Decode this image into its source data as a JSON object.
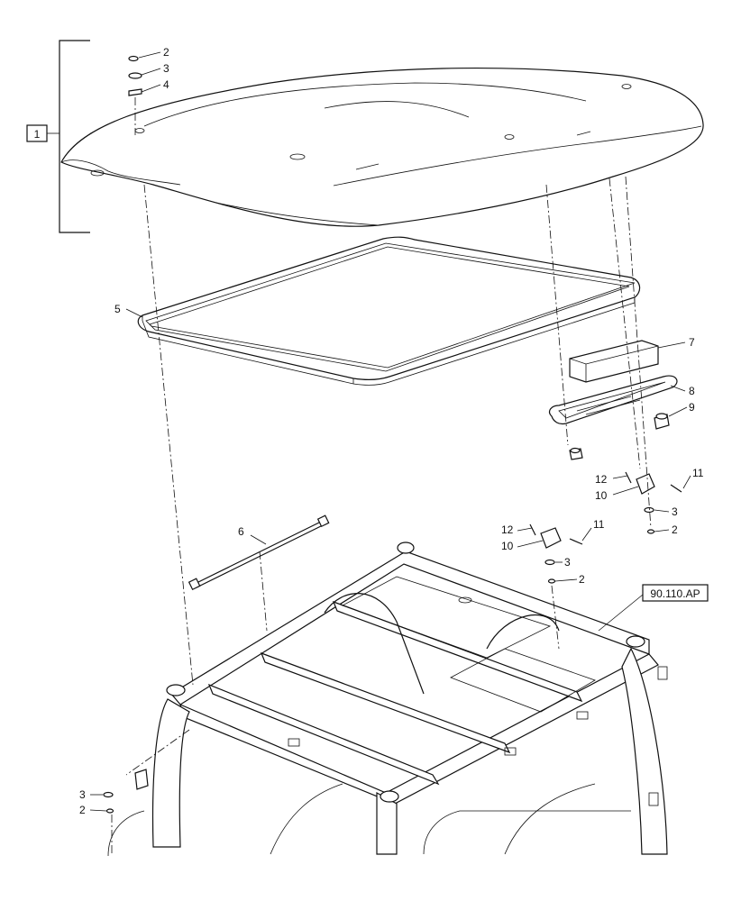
{
  "diagram": {
    "callouts": {
      "assembly": "1",
      "c2a": "2",
      "c3a": "3",
      "c4a": "4",
      "c5": "5",
      "c6": "6",
      "c7": "7",
      "c8": "8",
      "c9": "9",
      "c12a": "12",
      "c10a": "10",
      "c11a": "11",
      "c3b": "3",
      "c2b": "2",
      "c12b": "12",
      "c10b": "10",
      "c11b": "11",
      "c3c": "3",
      "c2c": "2",
      "c3d": "3",
      "c2d": "2"
    },
    "reference": "90.110.AP"
  }
}
